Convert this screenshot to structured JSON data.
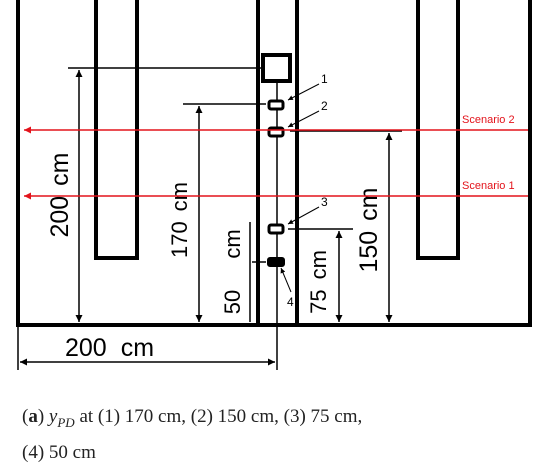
{
  "dimensions": {
    "d200_left": "200",
    "unit": "cm",
    "d170": "170",
    "d50": "50",
    "d75": "75",
    "d150": "150",
    "d200_bottom": "200"
  },
  "callouts": [
    "1",
    "2",
    "3",
    "4"
  ],
  "scenarios": {
    "scenario1": "Scenario 1",
    "scenario2": "Scenario 2"
  },
  "caption": {
    "label": "a",
    "var_main": "y",
    "var_sub": "PD",
    "line1_rest": " at (1) 170 cm, (2) 150 cm, (3) 75 cm,",
    "line2": "(4) 50 cm"
  },
  "colors": {
    "scenario_line": "#e3131b",
    "ink": "#000000"
  }
}
